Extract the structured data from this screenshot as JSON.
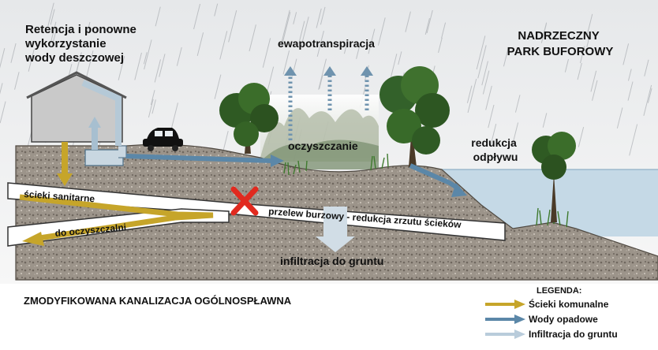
{
  "labels": {
    "retention": [
      "Retencja i ponowne",
      "wykorzystanie",
      "wody deszczowej"
    ],
    "evapotranspiration": "ewapotranspiracja",
    "park_title": [
      "NADRZECZNY",
      "PARK BUFOROWY"
    ],
    "purification": "oczyszczanie",
    "runoff_reduction": [
      "redukcja",
      "odpływu"
    ],
    "sanitary_sewage": "ścieki sanitarne",
    "to_treatment": "do oczyszczalni",
    "storm_overflow": "przelew burzowy - redukcja zrzutu ścieków",
    "infiltration": "infiltracja do gruntu",
    "system_name": "ZMODYFIKOWANA KANALIZACJA OGÓLNOSPŁAWNA"
  },
  "legend": {
    "title": "LEGENDA:",
    "items": [
      {
        "label": "Ścieki komunalne",
        "color": "#c6a52a"
      },
      {
        "label": "Wody opadowe",
        "color": "#5b87a8"
      },
      {
        "label": "Infiltracja do gruntu",
        "color": "#b9ccdb"
      }
    ]
  },
  "colors": {
    "sewage": "#c6a52a",
    "stormwater": "#5b87a8",
    "infiltration": "#b9ccdb",
    "water": "#c5d9e6",
    "soil": "#9c948a",
    "overflow_mark": "#e12a1f"
  }
}
